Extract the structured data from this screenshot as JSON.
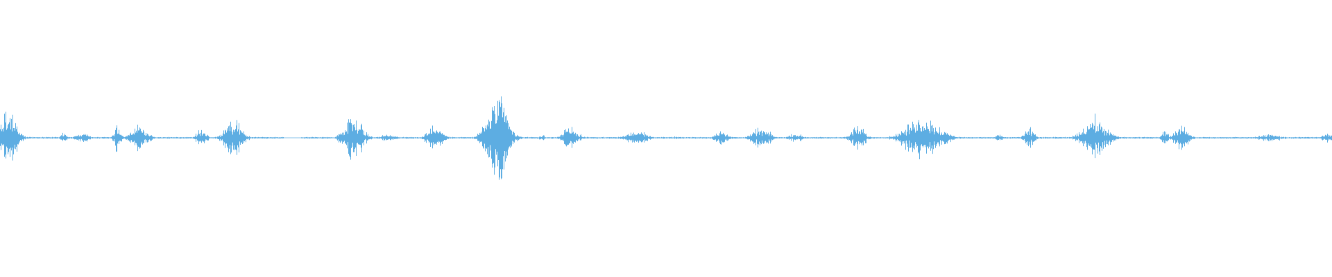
{
  "waveform": {
    "color": "#5dade2",
    "silence_ranges": [
      [
        0.213,
        0.226
      ]
    ],
    "events": [
      {
        "t": 0.006,
        "amp": 0.8,
        "dur": 0.01
      },
      {
        "t": 0.048,
        "amp": 0.15,
        "dur": 0.004
      },
      {
        "t": 0.062,
        "amp": 0.15,
        "dur": 0.008
      },
      {
        "t": 0.088,
        "amp": 0.42,
        "dur": 0.004
      },
      {
        "t": 0.104,
        "amp": 0.35,
        "dur": 0.01
      },
      {
        "t": 0.151,
        "amp": 0.22,
        "dur": 0.006
      },
      {
        "t": 0.175,
        "amp": 0.52,
        "dur": 0.01
      },
      {
        "t": 0.265,
        "amp": 0.78,
        "dur": 0.01
      },
      {
        "t": 0.291,
        "amp": 0.1,
        "dur": 0.01
      },
      {
        "t": 0.326,
        "amp": 0.36,
        "dur": 0.009
      },
      {
        "t": 0.373,
        "amp": 1.3,
        "dur": 0.012
      },
      {
        "t": 0.407,
        "amp": 0.08,
        "dur": 0.004
      },
      {
        "t": 0.428,
        "amp": 0.3,
        "dur": 0.009
      },
      {
        "t": 0.478,
        "amp": 0.22,
        "dur": 0.012
      },
      {
        "t": 0.507,
        "amp": 0.04,
        "dur": 0.004
      },
      {
        "t": 0.541,
        "amp": 0.26,
        "dur": 0.007
      },
      {
        "t": 0.571,
        "amp": 0.3,
        "dur": 0.01
      },
      {
        "t": 0.597,
        "amp": 0.12,
        "dur": 0.008
      },
      {
        "t": 0.644,
        "amp": 0.34,
        "dur": 0.008
      },
      {
        "t": 0.693,
        "amp": 0.62,
        "dur": 0.02
      },
      {
        "t": 0.75,
        "amp": 0.1,
        "dur": 0.004
      },
      {
        "t": 0.773,
        "amp": 0.26,
        "dur": 0.006
      },
      {
        "t": 0.822,
        "amp": 0.55,
        "dur": 0.014
      },
      {
        "t": 0.874,
        "amp": 0.24,
        "dur": 0.004
      },
      {
        "t": 0.887,
        "amp": 0.4,
        "dur": 0.008
      },
      {
        "t": 0.953,
        "amp": 0.1,
        "dur": 0.014
      },
      {
        "t": 0.997,
        "amp": 0.12,
        "dur": 0.008
      }
    ]
  }
}
